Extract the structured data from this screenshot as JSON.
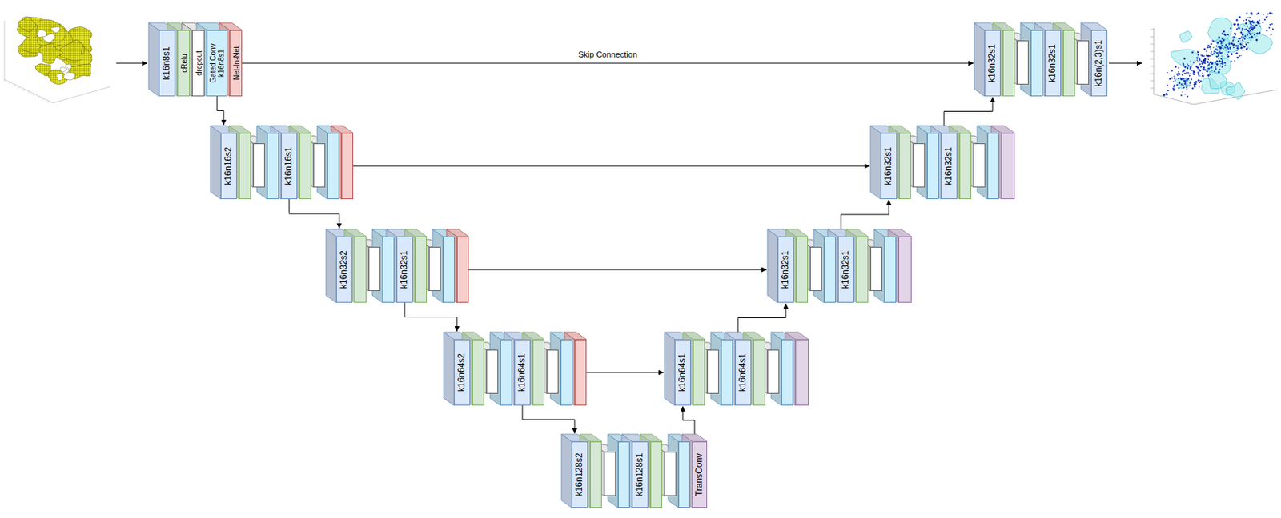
{
  "diagram": {
    "nodes": [
      {
        "text": [
          "k16n8s1"
        ]
      },
      {
        "text": [
          "cRelu"
        ]
      },
      {
        "text": [
          "dropout"
        ]
      },
      {
        "text": [
          "Gated Conv k16n8s1"
        ]
      },
      {
        "text": [
          "Net-In-Net"
        ]
      },
      {
        "text": [
          "k16n16s2"
        ]
      },
      {
        "text": [
          "k16n16s1"
        ]
      },
      {
        "text": [
          "k16n32s2"
        ]
      },
      {
        "text": [
          "k16n32s1"
        ]
      },
      {
        "text": [
          "k16n64s2"
        ]
      },
      {
        "text": [
          "k16n64s1"
        ]
      },
      {
        "text": [
          "k16n128s2"
        ]
      },
      {
        "text": [
          "k16n128s1"
        ]
      },
      {
        "text": [
          "TransConv"
        ]
      },
      {
        "text": [
          "k16n64s1"
        ]
      },
      {
        "text": [
          "k16n64s1"
        ]
      },
      {
        "text": [
          "k16n32s1"
        ]
      },
      {
        "text": [
          "k16n32s1"
        ]
      },
      {
        "text": [
          "k16n32s1"
        ]
      },
      {
        "text": [
          "k16n32s1"
        ]
      },
      {
        "text": [
          "k16n32s1"
        ]
      },
      {
        "text": [
          "k16n32s1"
        ]
      },
      {
        "text": [
          "k16n(2,3)s1"
        ]
      }
    ],
    "edges": [
      {
        "from": 3,
        "to": 5,
        "arrow": "to"
      },
      {
        "from": 4,
        "to": 20,
        "label": "Skip Connection",
        "arrow": "to"
      },
      {
        "from": 6,
        "to": 7,
        "arrow": "to"
      },
      {
        "from": 6,
        "to": 18,
        "arrow": "to"
      },
      {
        "from": 8,
        "to": 9,
        "arrow": "to"
      },
      {
        "from": 8,
        "to": 16,
        "arrow": "to"
      },
      {
        "from": 10,
        "to": 11,
        "arrow": "to"
      },
      {
        "from": 10,
        "to": 14,
        "arrow": "to"
      },
      {
        "from": 13,
        "to": 14,
        "arrow": "to"
      },
      {
        "from": 15,
        "to": 16,
        "arrow": "to"
      },
      {
        "from": 17,
        "to": 18,
        "arrow": "to"
      },
      {
        "from": 19,
        "to": 20,
        "arrow": "to"
      }
    ]
  }
}
